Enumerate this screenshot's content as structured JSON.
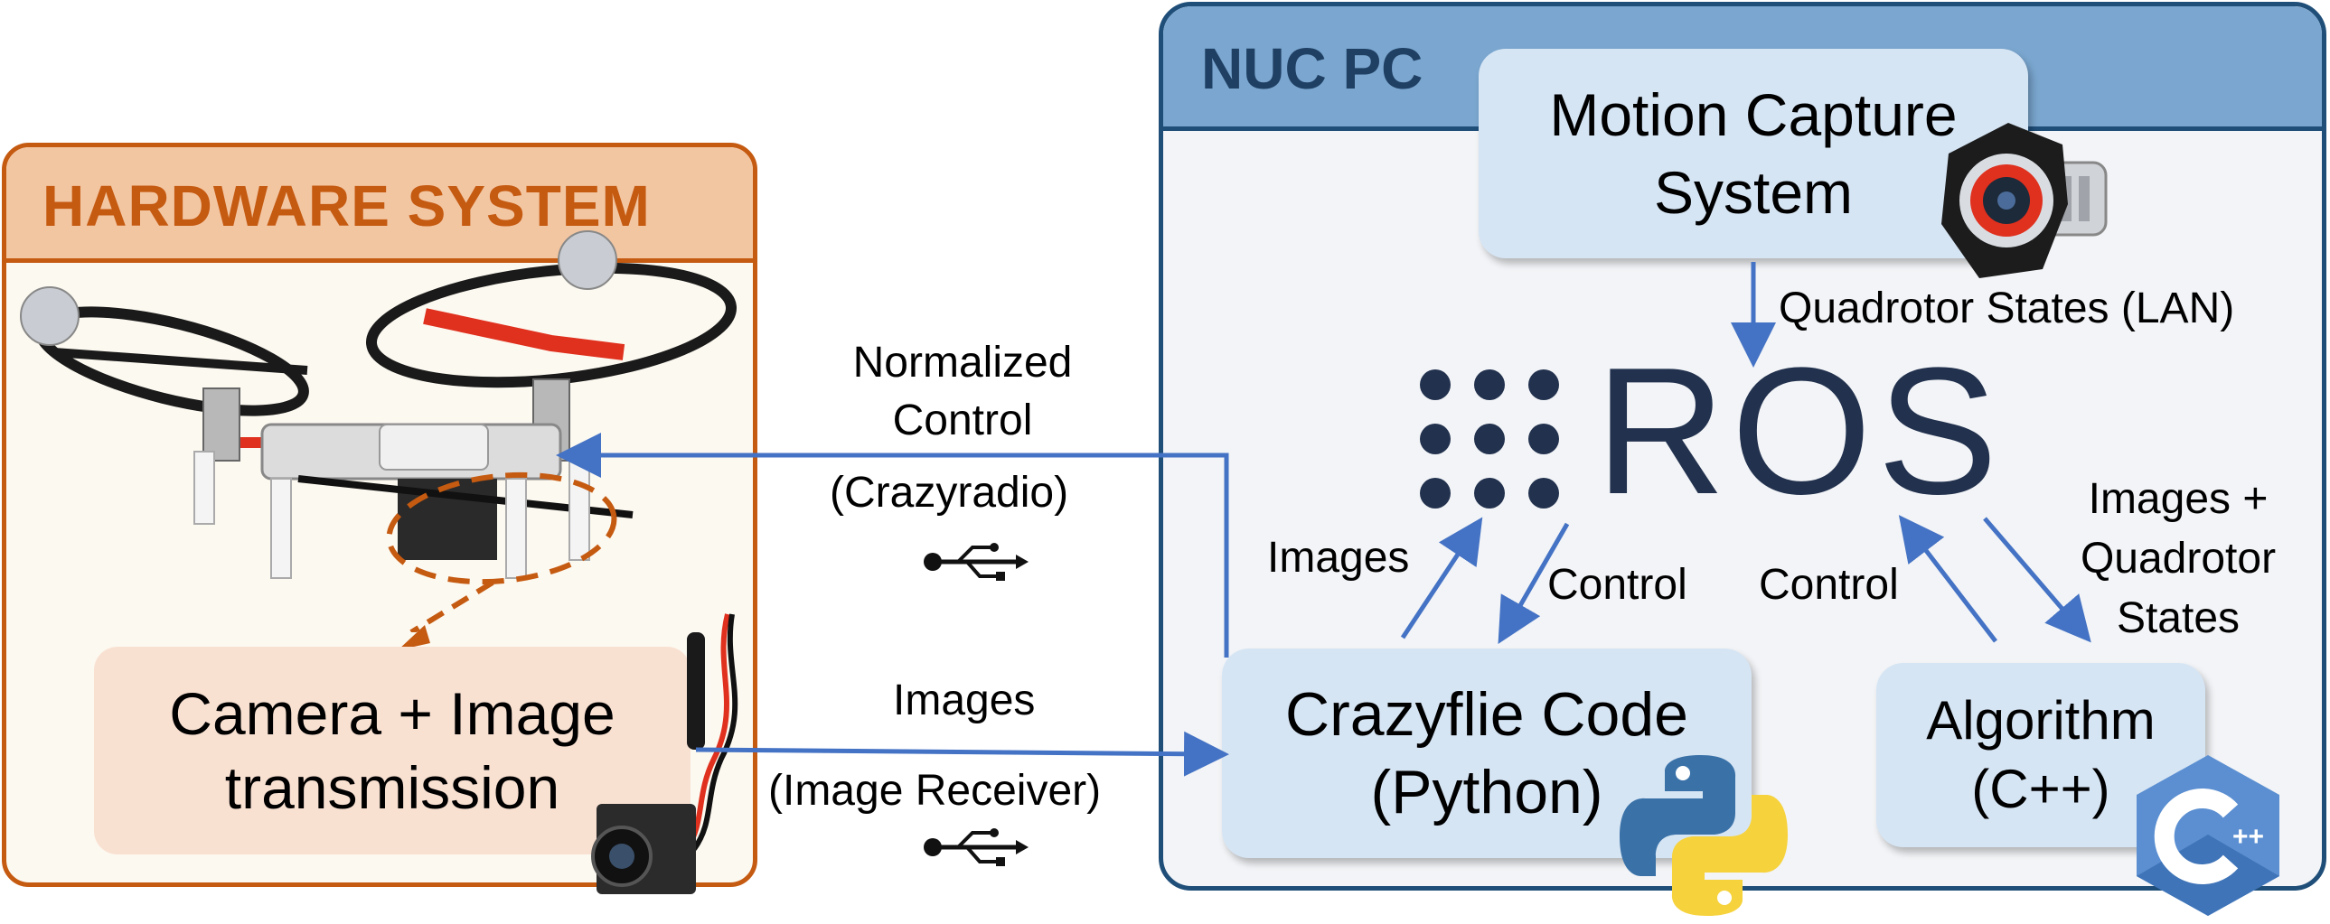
{
  "hardware": {
    "title": "HARDWARE SYSTEM",
    "camera_box_line1": "Camera + Image",
    "camera_box_line2": "transmission"
  },
  "nuc": {
    "title": "NUC PC",
    "mocap_line1": "Motion Capture",
    "mocap_line2": "System",
    "ros_label": "ROS",
    "crazyflie_line1": "Crazyflie Code",
    "crazyflie_line2": "(Python)",
    "algo_line1": "Algorithm",
    "algo_line2": "(C++)"
  },
  "links": {
    "normalized_line1": "Normalized",
    "normalized_line2": "Control",
    "crazyradio": "(Crazyradio)",
    "images": "Images",
    "image_receiver": "(Image Receiver)",
    "quadrotor_states_lan": "Quadrotor States (LAN)",
    "images_to_ros": "Images",
    "control_from_ros": "Control",
    "control_to_ros": "Control",
    "images_quad_line1": "Images +",
    "images_quad_line2": "Quadrotor",
    "images_quad_line3": "States"
  },
  "icons": {
    "usb": "usb-icon",
    "python": "python-logo",
    "cpp": "cpp-logo",
    "mocap_camera": "mocap-camera",
    "drone": "drone-photo",
    "fpv_camera": "fpv-camera",
    "ros_dots": "ros-dots-logo"
  },
  "colors": {
    "hardware_accent": "#c55a11",
    "nuc_accent": "#1f4e79",
    "arrow": "#4472c4"
  }
}
